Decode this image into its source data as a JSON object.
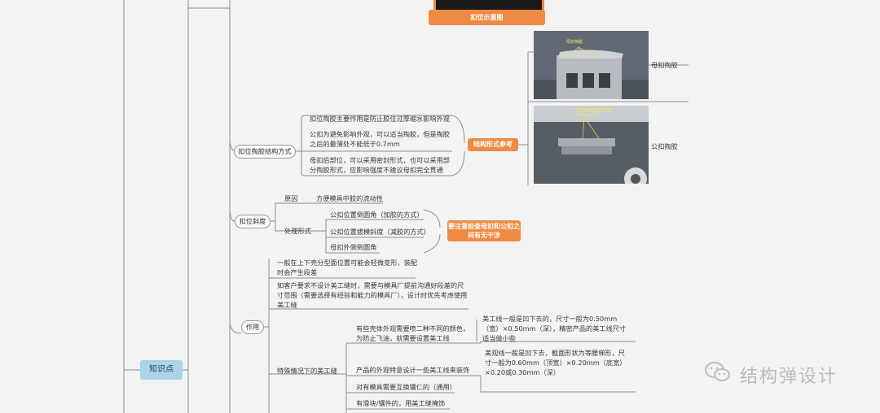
{
  "top_callout": {
    "label": "扣位示意图"
  },
  "photo1": {
    "caption": "母扣掏胶",
    "inner_label": "母扣掏胶"
  },
  "photo2": {
    "caption": "公扣掏胶",
    "inner_label": "公扣掏胶后胶位厚度\n(0.7mm以下)"
  },
  "branch_structure": {
    "label": "扣位掏胶结构方式",
    "items": [
      "扣位掏胶主要作用是防止胶位过厚缩水影响外观",
      "公扣为避免影响外观，可以适当掏胶，但是掏胶之后的最薄处不能低于0.7mm",
      "母扣后部位，可以采用密封形式，也可以采用部分掏胶形式，应影响强度不建议母扣完全贯通"
    ],
    "callout": "结构形式参考"
  },
  "branch_slope": {
    "label": "扣位斜度",
    "reason_label": "原因",
    "reason_text": "方便模具中胶的流动性",
    "method_label": "处理形式",
    "methods": [
      "公扣位置倒圆角（加胶的方式）",
      "公扣位置拔模斜度（减胶的方式）",
      "母扣外侧倒圆角"
    ],
    "callout": "要注意检查母扣和公扣之间有无干涉"
  },
  "branch_effect": {
    "label": "作用",
    "item1": "一般在上下壳分型面位置可能会轻微变形，装配时会产生段差",
    "item2": "如客户要求不设计美工缝时，需要与模具厂提前沟通好段差的尺寸范围（需要选择有经验和能力的模具厂），设计时优先考虑使用美工缝",
    "special_label": "特殊情况下的美工缝",
    "special_items": [
      "有些壳体外观需要喷二种不同的颜色，为防止飞油，就需要设置美工线",
      "产品的外观特意设计一些美工线来装饰",
      "对有模具需要互换镶仁的（通用）",
      "有滑块/镶件的，用美工缝掩饰"
    ],
    "detail1": "美工线一般是凹下去的，尺寸一般为0.50mm（宽）×0.50mm（深），精密产品的美工线尺寸适当做小些",
    "detail2": "美观线一般是凹下去，截面形状为等腰梯形，尺寸一般为0.60mm（顶宽）×0.20mm（底宽）×0.20或0.30mm（深）"
  },
  "root": {
    "label": "知识点"
  },
  "watermark": {
    "text": "结构弹设计",
    "icon": "wechat-icon"
  },
  "colors": {
    "accent": "#ef8a45",
    "root": "#a9d4ea",
    "line": "#8a8a8a"
  }
}
